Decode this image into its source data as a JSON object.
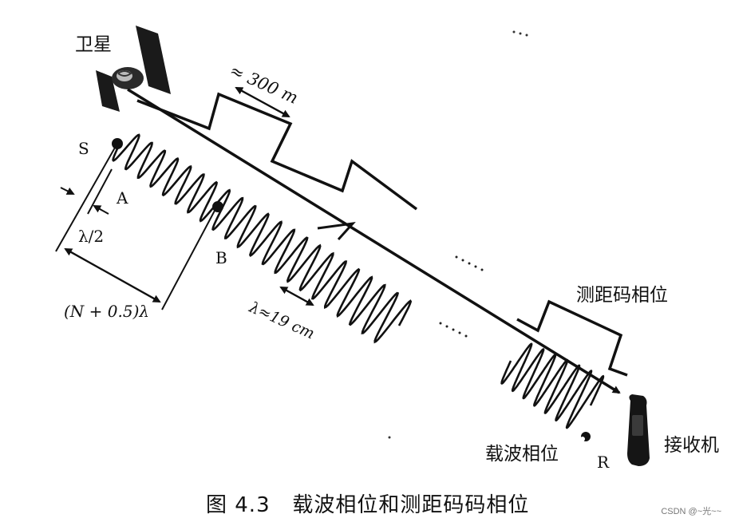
{
  "labels": {
    "satellite": "卫星",
    "point_s": "S",
    "point_a": "A",
    "point_b": "B",
    "point_r": "R",
    "lambda_half": "λ/2",
    "n_half_lambda": "(N + 0.5)λ",
    "code_length": "≈ 300 m",
    "carrier_wavelength": "λ≈19 cm",
    "code_phase": "测距码相位",
    "carrier_phase": "载波相位",
    "receiver": "接收机"
  },
  "caption": {
    "number": "图 4.3",
    "title": "载波相位和测距码码相位"
  },
  "watermark": "CSDN @~光~~",
  "colors": {
    "ink": "#111111",
    "background": "#ffffff"
  }
}
